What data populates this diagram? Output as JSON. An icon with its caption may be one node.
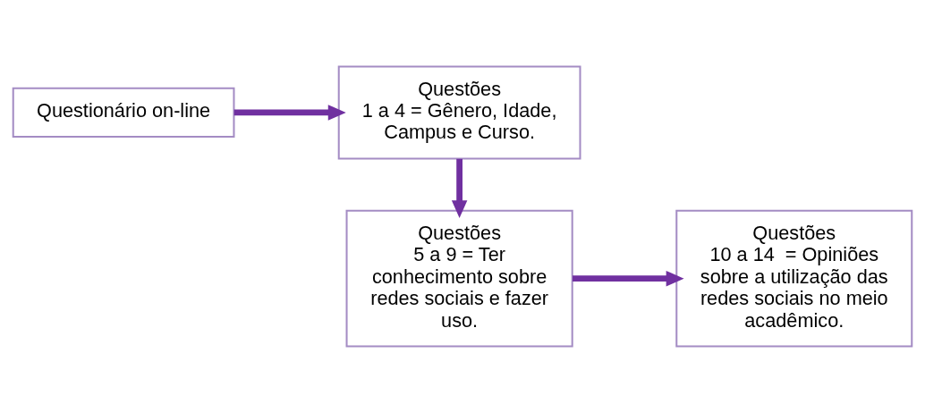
{
  "diagram": {
    "nodes": [
      {
        "text": [
          "Questionário on-line"
        ]
      },
      {
        "text": [
          "Questões",
          "1 a 4 = Gênero, Idade, Campus e Curso."
        ]
      },
      {
        "text": [
          "Questões",
          "5 a 9 = Ter conhecimento sobre redes sociais e fazer uso."
        ]
      },
      {
        "text": [
          "Questões",
          "10 a 14  = Opiniões sobre a utilização das redes sociais no meio acadêmico."
        ]
      }
    ],
    "edges": [
      {
        "from": 0,
        "to": 1,
        "arrow": "to"
      },
      {
        "from": 1,
        "to": 2,
        "arrow": "to"
      },
      {
        "from": 2,
        "to": 3,
        "arrow": "to"
      }
    ]
  }
}
